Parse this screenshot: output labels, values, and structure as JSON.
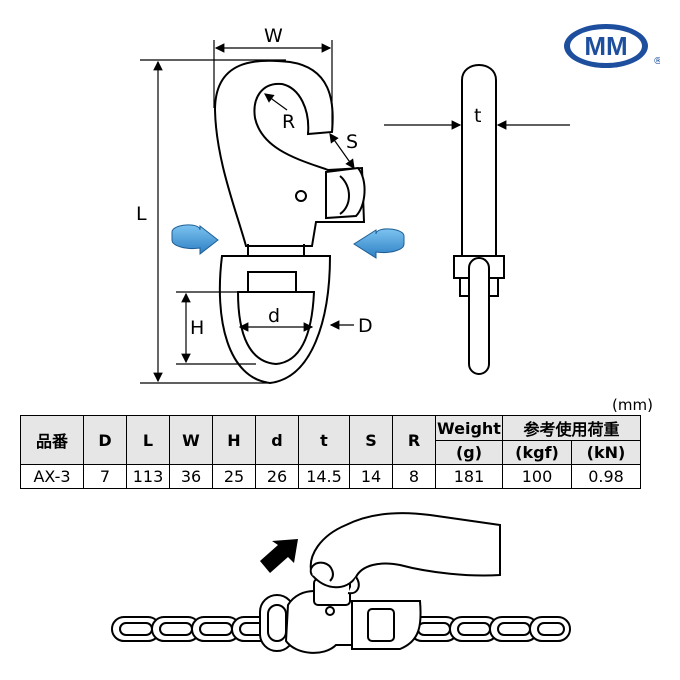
{
  "brand": {
    "logo_text": "MM",
    "registered_mark": "®"
  },
  "dimensions": {
    "W": "W",
    "R": "R",
    "S": "S",
    "L": "L",
    "H": "H",
    "d": "d",
    "D": "D",
    "t": "t"
  },
  "unit_note": "(mm)",
  "table": {
    "headers": {
      "name": "品番",
      "D": "D",
      "L": "L",
      "W": "W",
      "H": "H",
      "d": "d",
      "t": "t",
      "S": "S",
      "R": "R",
      "weight": "Weight",
      "weight_unit": "(g)",
      "load": "参考使用荷重",
      "kgf": "(kgf)",
      "kn": "(kN)"
    },
    "rows": [
      {
        "name": "AX-3",
        "D": "7",
        "L": "113",
        "W": "36",
        "H": "25",
        "d": "26",
        "t": "14.5",
        "S": "14",
        "R": "8",
        "weight": "181",
        "kgf": "100",
        "kn": "0.98"
      }
    ]
  },
  "colors": {
    "brand_blue": "#1d4f9e",
    "arrow_blue": "#3a8fd0"
  }
}
